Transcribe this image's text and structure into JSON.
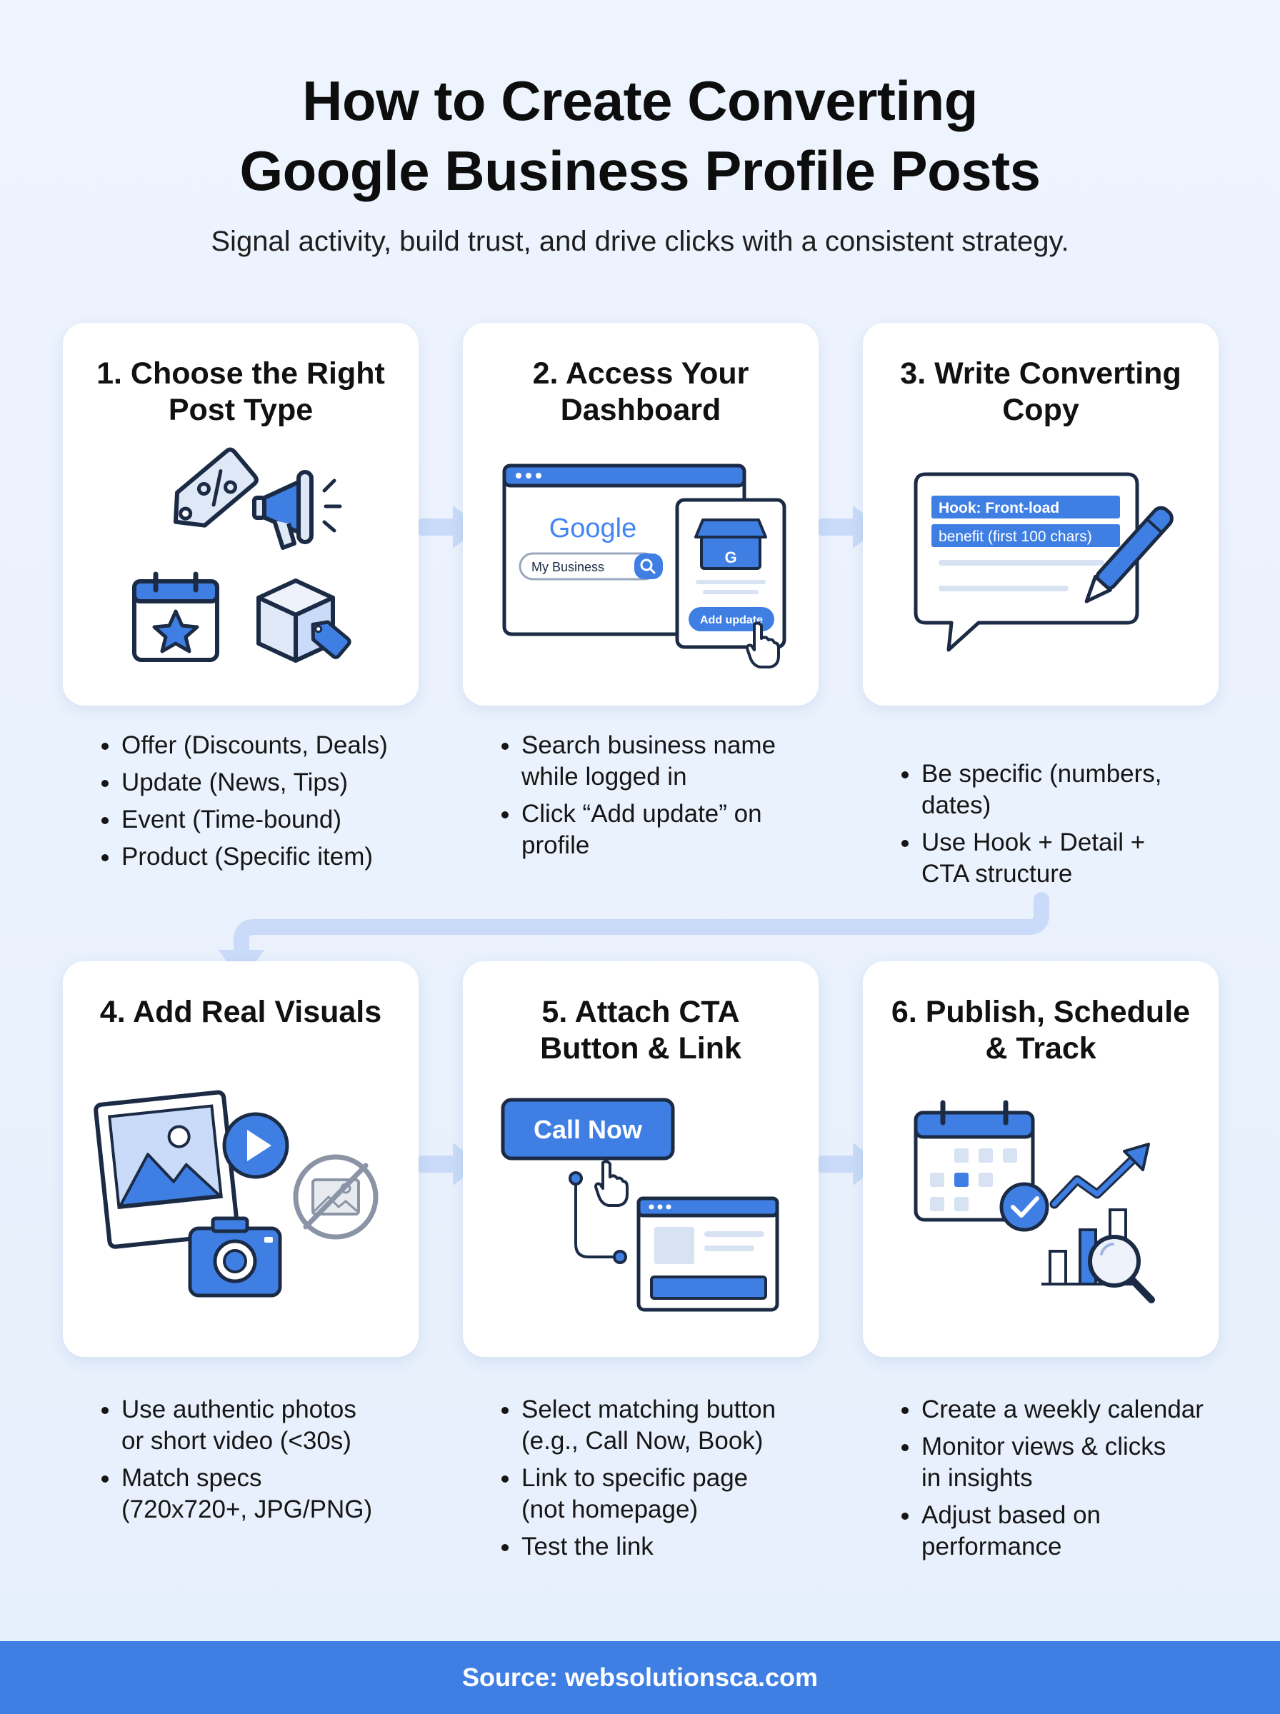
{
  "title": {
    "line1": "How to Create Converting",
    "line2": "Google Business Profile Posts"
  },
  "subtitle": "Signal activity, build trust, and drive clicks with a consistent strategy.",
  "colors": {
    "accent": "#3f7fe4",
    "accent_light": "#c9dbf8",
    "ink": "#1c2b45",
    "background": "#e9f1fd"
  },
  "steps": [
    {
      "title_lines": [
        "1. Choose the Right",
        "Post Type"
      ],
      "icons": [
        "price-tag-icon",
        "megaphone-icon",
        "calendar-star-icon",
        "product-box-icon"
      ],
      "bullets": [
        [
          "Offer (Discounts, Deals)"
        ],
        [
          "Update (News, Tips)"
        ],
        [
          "Event (Time-bound)"
        ],
        [
          "Product (Specific item)"
        ]
      ]
    },
    {
      "title_lines": [
        "2. Access Your",
        "Dashboard"
      ],
      "illustration": {
        "logo": "Google",
        "search_text": "My Business",
        "button": "Add update"
      },
      "bullets": [
        [
          "Search business name",
          "while logged in"
        ],
        [
          "Click “Add update” on",
          "profile"
        ]
      ]
    },
    {
      "title_lines": [
        "3. Write Converting",
        "Copy"
      ],
      "illustration": {
        "line1": "Hook: Front-load",
        "line2": "benefit (first 100 chars)"
      },
      "bullets": [
        [
          "Be specific (numbers,",
          "dates)"
        ],
        [
          "Use Hook + Detail +",
          "CTA structure"
        ]
      ]
    },
    {
      "title_lines": [
        "4. Add Real Visuals"
      ],
      "icons": [
        "photo-icon",
        "play-icon",
        "camera-icon",
        "no-stock-image-icon"
      ],
      "bullets": [
        [
          "Use authentic photos",
          "or short video (<30s)"
        ],
        [
          "Match specs",
          "(720x720+, JPG/PNG)"
        ]
      ]
    },
    {
      "title_lines": [
        "5. Attach CTA",
        "Button & Link"
      ],
      "illustration": {
        "button": "Call Now"
      },
      "bullets": [
        [
          "Select matching button",
          "(e.g., Call Now, Book)"
        ],
        [
          "Link to specific page",
          "(not homepage)"
        ],
        [
          "Test the link"
        ]
      ]
    },
    {
      "title_lines": [
        "6. Publish, Schedule",
        "& Track"
      ],
      "icons": [
        "calendar-check-icon",
        "trend-chart-icon",
        "magnifier-icon"
      ],
      "bullets": [
        [
          "Create a weekly calendar"
        ],
        [
          "Monitor views & clicks",
          "in insights"
        ],
        [
          "Adjust based on",
          "performance"
        ]
      ]
    }
  ],
  "footer": "Source: websolutionsca.com"
}
